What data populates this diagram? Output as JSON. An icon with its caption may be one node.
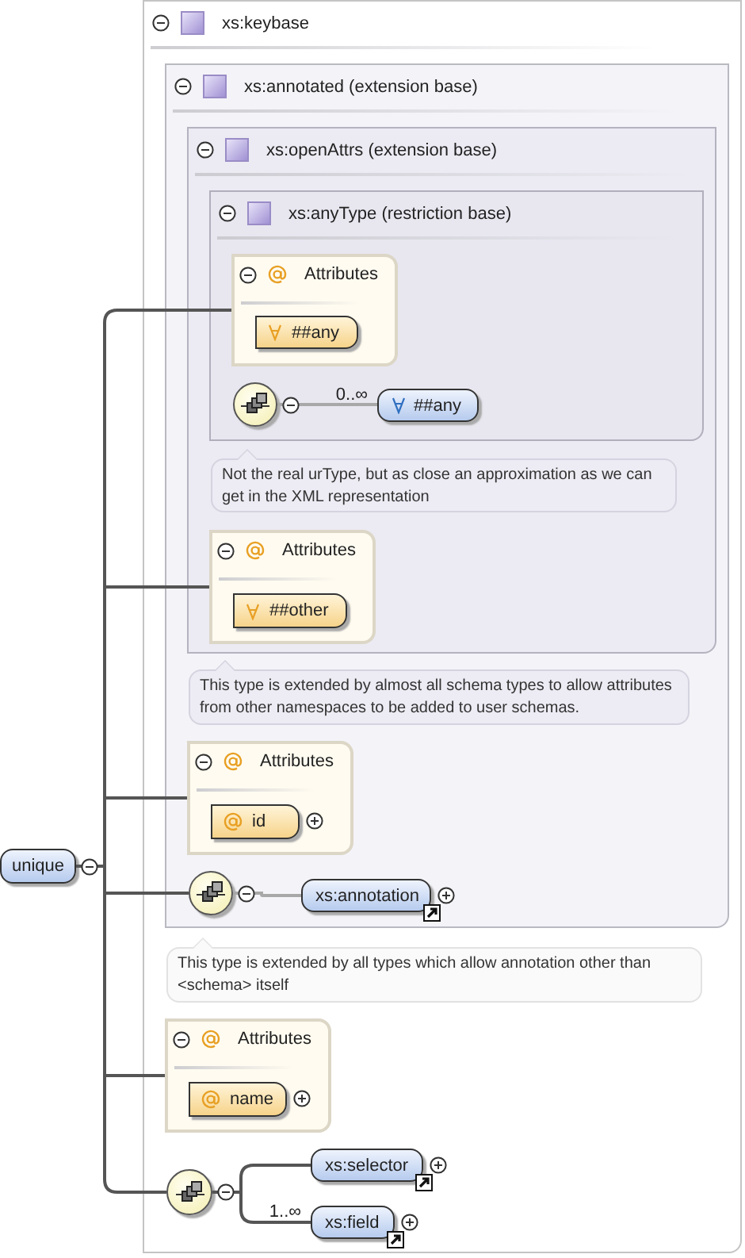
{
  "diagram": {
    "nodes": [
      {
        "text": [
          "unique"
        ]
      },
      {
        "text": [
          "xs:keybase"
        ]
      },
      {
        "text": [
          "xs:annotated (extension base)"
        ],
        "in": 1
      },
      {
        "text": [
          "xs:openAttrs (extension base)"
        ],
        "in": 2
      },
      {
        "text": [
          "xs:anyType (restriction base)"
        ],
        "in": 3
      },
      {
        "text": [
          "Attributes"
        ],
        "in": 4
      },
      {
        "text": [
          "##any"
        ],
        "in": 5
      },
      {
        "text": [],
        "shape": "circle",
        "in": 4
      },
      {
        "text": [
          "##any"
        ],
        "in": 4
      },
      {
        "text": [
          "Not the real urType, but as close an approximation as we can get in the XML representation"
        ],
        "in": 3
      },
      {
        "text": [
          "Attributes"
        ],
        "in": 3
      },
      {
        "text": [
          "##other"
        ],
        "in": 10
      },
      {
        "text": [
          "This type is extended by almost all schema types to allow attributes from other namespaces to be added to user schemas."
        ],
        "in": 2
      },
      {
        "text": [
          "Attributes"
        ],
        "in": 2
      },
      {
        "text": [
          "id"
        ],
        "in": 13
      },
      {
        "text": [],
        "shape": "circle",
        "in": 2
      },
      {
        "text": [
          "xs:annotation"
        ],
        "in": 2
      },
      {
        "text": [
          "This type is extended by all types which allow annotation other than <schema> itself"
        ],
        "in": 1
      },
      {
        "text": [
          "Attributes"
        ],
        "in": 1
      },
      {
        "text": [
          "name"
        ],
        "in": 18
      },
      {
        "text": [],
        "shape": "circle",
        "in": 1
      },
      {
        "text": [
          "xs:selector"
        ],
        "in": 1
      },
      {
        "text": [
          "xs:field"
        ],
        "in": 1
      }
    ],
    "edges": [
      {
        "from": 0,
        "to": 5,
        "arrow": "none"
      },
      {
        "from": 0,
        "to": 10,
        "arrow": "none"
      },
      {
        "from": 0,
        "to": 13,
        "arrow": "none"
      },
      {
        "from": 0,
        "to": 15,
        "arrow": "none"
      },
      {
        "from": 0,
        "to": 18,
        "arrow": "none"
      },
      {
        "from": 0,
        "to": 20,
        "arrow": "none"
      },
      {
        "from": 7,
        "to": 8,
        "arrow": "none",
        "label": "0..∞",
        "color": "#a8a8a8"
      },
      {
        "from": 15,
        "to": 16,
        "arrow": "none",
        "color": "#a8a8a8"
      },
      {
        "from": 20,
        "to": 21,
        "arrow": "none"
      },
      {
        "from": 20,
        "to": 22,
        "arrow": "none",
        "label": "1..∞"
      }
    ]
  }
}
